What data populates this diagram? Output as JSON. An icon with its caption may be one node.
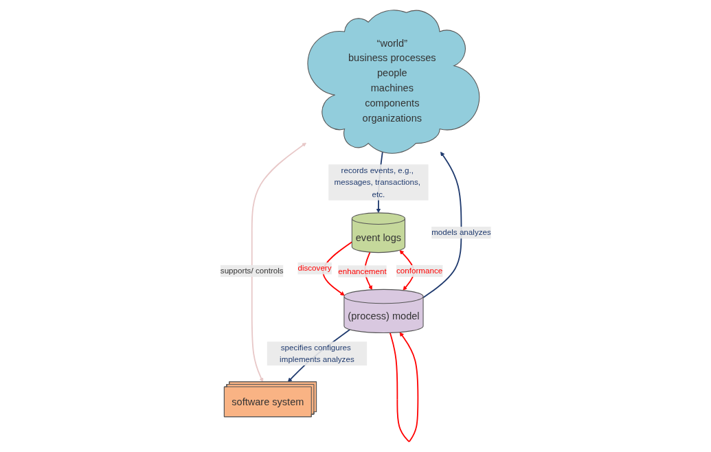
{
  "diagram": {
    "nodes": [
      {
        "text": [
          "“world”",
          "business processes",
          "people",
          "machines",
          "components",
          "organizations"
        ]
      },
      {
        "text": [
          "software system"
        ]
      },
      {
        "text": [
          "(process) model"
        ]
      },
      {
        "text": [
          "event logs"
        ]
      }
    ],
    "edges": [
      {
        "from": 0,
        "to": 1,
        "arrow": "both",
        "label": "supports/ controls",
        "color": "#e8c8c8"
      },
      {
        "from": 0,
        "to": 3,
        "arrow": "to",
        "label": "records events, e.g., messages, transactions, etc.",
        "color": "#1f3a6e"
      },
      {
        "from": 2,
        "to": 0,
        "arrow": "to",
        "label": "models analyzes",
        "color": "#1f3a6e"
      },
      {
        "from": 2,
        "to": 1,
        "arrow": "to",
        "label": "specifies configures implements analyzes",
        "color": "#1f3a6e"
      },
      {
        "from": 3,
        "to": 2,
        "arrow": "to",
        "label": "discovery",
        "color": "#ff0000"
      },
      {
        "from": 2,
        "to": 3,
        "arrow": "both",
        "label": "conformance",
        "color": "#ff0000"
      },
      {
        "from": 3,
        "to": 2,
        "arrow": "to",
        "label": "enhancement",
        "color": "#ff0000"
      },
      {
        "from": 2,
        "to": 2,
        "arrow": "to",
        "color": "#ff0000"
      }
    ]
  }
}
